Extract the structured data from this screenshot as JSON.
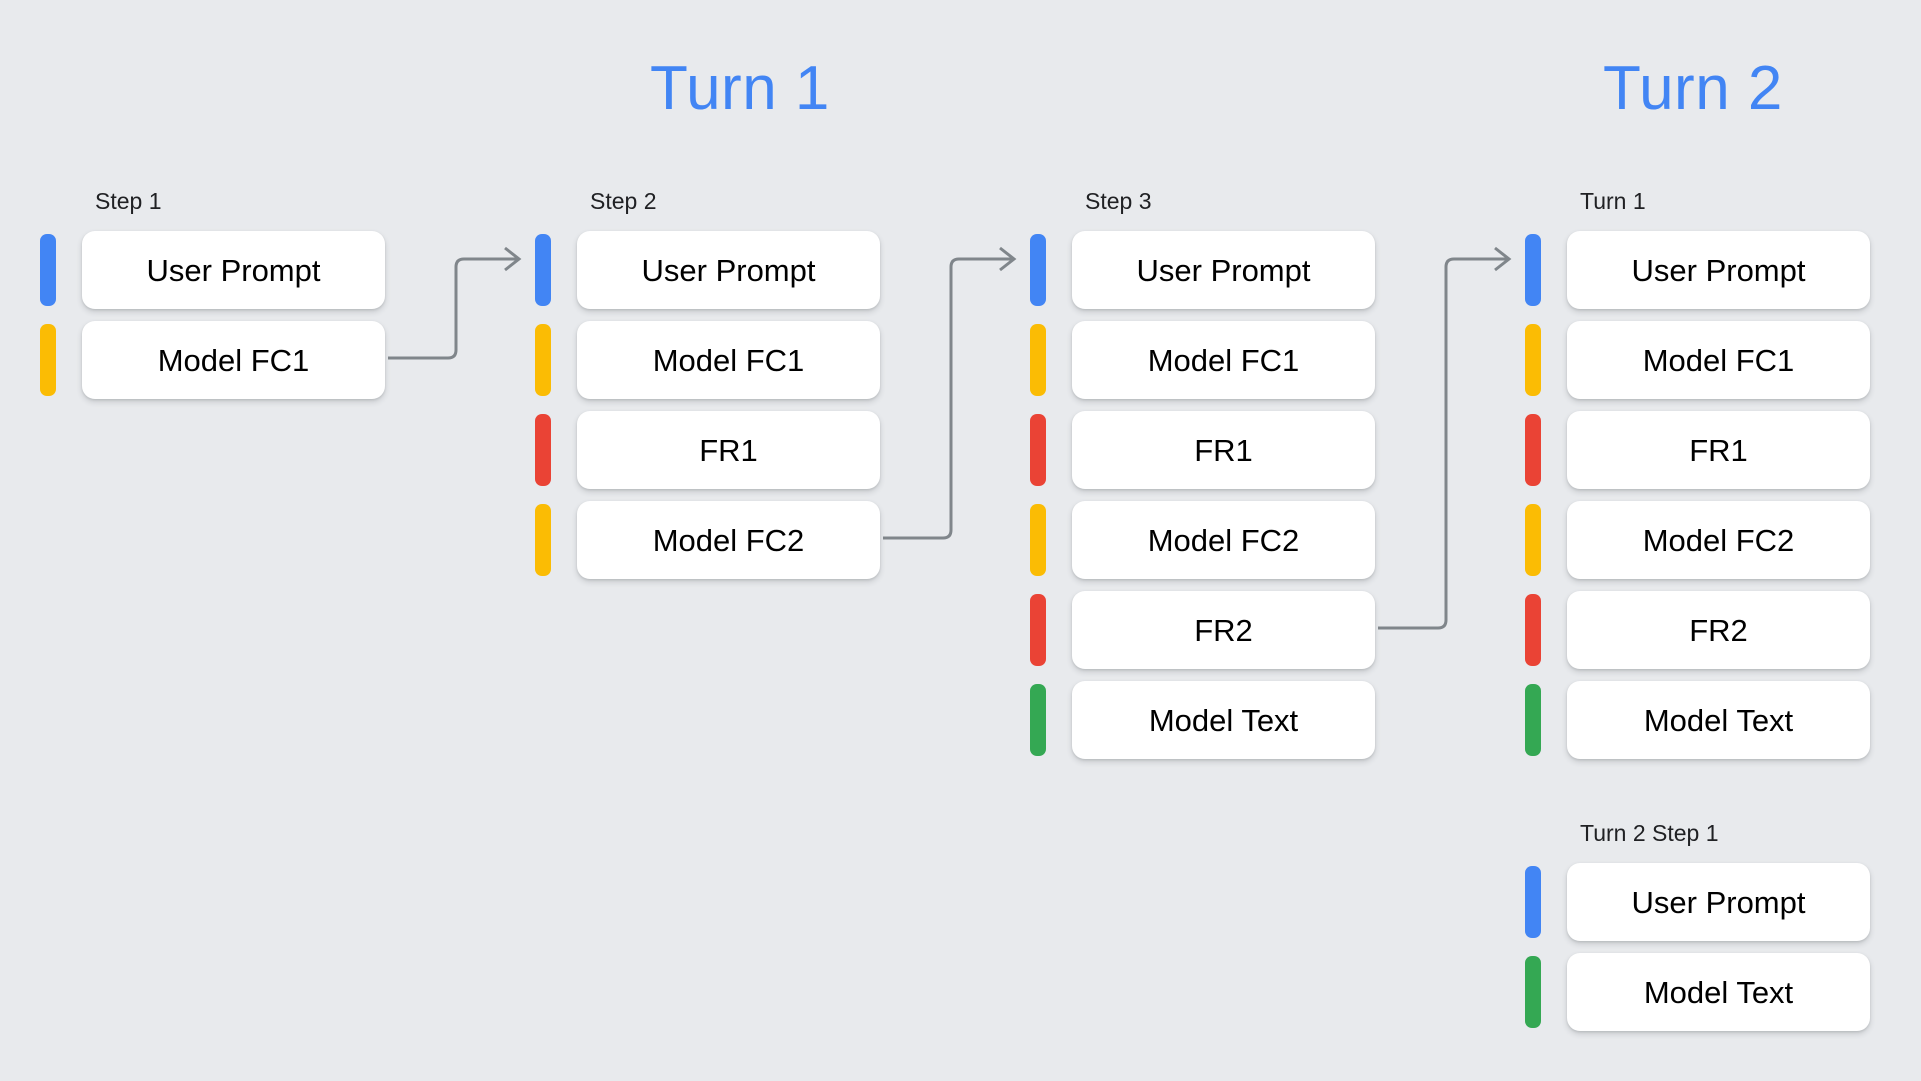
{
  "background_color": "#E8EAED",
  "palette": {
    "user_prompt": "#4285F4",
    "model_fc": "#FBBC04",
    "function_response": "#EA4335",
    "model_text": "#34A853",
    "heading_blue": "#4285F4",
    "card_background": "#FFFFFF",
    "connector_gray": "#80868B",
    "label_text": "#202124",
    "card_text": "#000000"
  },
  "headings": {
    "turn1": "Turn 1",
    "turn2": "Turn 2"
  },
  "columns": [
    {
      "id": "step1",
      "label": "Step 1",
      "rows": [
        {
          "label": "User Prompt",
          "color": "#4285F4",
          "kind": "user-prompt"
        },
        {
          "label": "Model FC1",
          "color": "#FBBC04",
          "kind": "model-function-call"
        }
      ]
    },
    {
      "id": "step2",
      "label": "Step 2",
      "rows": [
        {
          "label": "User Prompt",
          "color": "#4285F4",
          "kind": "user-prompt"
        },
        {
          "label": "Model FC1",
          "color": "#FBBC04",
          "kind": "model-function-call"
        },
        {
          "label": "FR1",
          "color": "#EA4335",
          "kind": "function-response"
        },
        {
          "label": "Model FC2",
          "color": "#FBBC04",
          "kind": "model-function-call"
        }
      ]
    },
    {
      "id": "step3",
      "label": "Step 3",
      "rows": [
        {
          "label": "User Prompt",
          "color": "#4285F4",
          "kind": "user-prompt"
        },
        {
          "label": "Model FC1",
          "color": "#FBBC04",
          "kind": "model-function-call"
        },
        {
          "label": "FR1",
          "color": "#EA4335",
          "kind": "function-response"
        },
        {
          "label": "Model FC2",
          "color": "#FBBC04",
          "kind": "model-function-call"
        },
        {
          "label": "FR2",
          "color": "#EA4335",
          "kind": "function-response"
        },
        {
          "label": "Model Text",
          "color": "#34A853",
          "kind": "model-text"
        }
      ]
    },
    {
      "id": "turn1",
      "label": "Turn 1",
      "rows": [
        {
          "label": "User Prompt",
          "color": "#4285F4",
          "kind": "user-prompt"
        },
        {
          "label": "Model FC1",
          "color": "#FBBC04",
          "kind": "model-function-call"
        },
        {
          "label": "FR1",
          "color": "#EA4335",
          "kind": "function-response"
        },
        {
          "label": "Model FC2",
          "color": "#FBBC04",
          "kind": "model-function-call"
        },
        {
          "label": "FR2",
          "color": "#EA4335",
          "kind": "function-response"
        },
        {
          "label": "Model Text",
          "color": "#34A853",
          "kind": "model-text"
        }
      ]
    },
    {
      "id": "turn2step1",
      "label": "Turn 2 Step 1",
      "rows": [
        {
          "label": "User Prompt",
          "color": "#4285F4",
          "kind": "user-prompt"
        },
        {
          "label": "Model Text",
          "color": "#34A853",
          "kind": "model-text"
        }
      ]
    }
  ],
  "connectors": [
    {
      "id": "step1-to-step2",
      "from": "step1.Model FC1",
      "to": "step2.User Prompt"
    },
    {
      "id": "step2-to-step3",
      "from": "step2.Model FC2",
      "to": "step3.User Prompt"
    },
    {
      "id": "step3-to-turn1",
      "from": "step3.FR2",
      "to": "turn1.User Prompt"
    }
  ]
}
